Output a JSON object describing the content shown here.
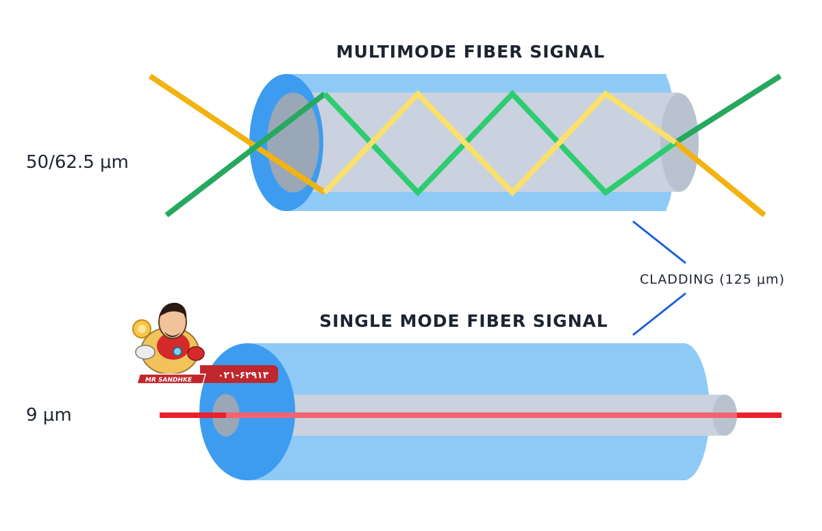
{
  "diagram": {
    "multimode": {
      "title": "MULTIMODE FIBER SIGNAL",
      "core_size": "50/62.5 μm",
      "ray_colors": {
        "green": "#2ecc71",
        "yellow": "#f5c518"
      }
    },
    "singlemode": {
      "title": "SINGLE MODE FIBER SIGNAL",
      "core_size": "9 μm",
      "ray_color": "#e8212b"
    },
    "cladding_label": "CLADDING (125 μm)",
    "colors": {
      "cladding_light": "#8fcaf7",
      "cladding_end": "#3d9cf0",
      "core": "#c9d2de",
      "core_end": "#9aa7b6",
      "pointer": "#1b5fd6"
    }
  },
  "watermark": {
    "phone": "۰۲۱-۶۲۹۱۳",
    "brand": "MR SANDHKE",
    "icon": "mascot-logo"
  }
}
